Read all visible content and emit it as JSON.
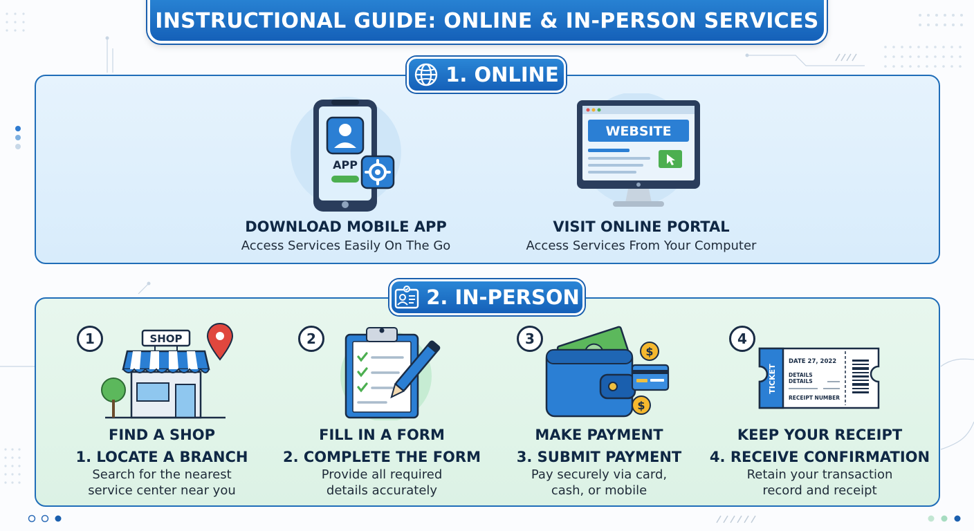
{
  "header": {
    "title": "INSTRUCTIONAL GUIDE: ONLINE & IN-PERSON SERVICES"
  },
  "online": {
    "label": "1. ONLINE",
    "icon": "globe-icon",
    "cards": [
      {
        "icon": "mobile-app-icon",
        "screen_label": "APP",
        "title": "DOWNLOAD MOBILE APP",
        "subtitle": "Access Services Easily On The Go"
      },
      {
        "icon": "monitor-website-icon",
        "screen_label": "WEBSITE",
        "title": "VISIT ONLINE PORTAL",
        "subtitle": "Access Services From Your Computer"
      }
    ]
  },
  "inperson": {
    "label": "2. IN-PERSON",
    "icon": "id-card-icon",
    "steps": [
      {
        "number": "1",
        "icon": "shop-icon",
        "sign": "SHOP",
        "title": "FIND A SHOP",
        "subtitle": "1. LOCATE A BRANCH",
        "desc1": "Search for the nearest",
        "desc2": "service center near you"
      },
      {
        "number": "2",
        "icon": "clipboard-form-icon",
        "title": "FILL IN A FORM",
        "subtitle": "2. COMPLETE THE FORM",
        "desc1": "Provide all required",
        "desc2": "details accurately"
      },
      {
        "number": "3",
        "icon": "wallet-payment-icon",
        "title": "MAKE PAYMENT",
        "subtitle": "3. SUBMIT PAYMENT",
        "desc1": "Pay securely via card,",
        "desc2": "cash, or mobile"
      },
      {
        "number": "4",
        "icon": "ticket-receipt-icon",
        "ticket_side": "TICKET",
        "ticket_date": "DATE 27, 2022",
        "ticket_details1": "DETAILS",
        "ticket_details2": "DETAILS",
        "ticket_receipt": "RECEIPT NUMBER",
        "title": "KEEP YOUR RECEIPT",
        "subtitle": "4. RECEIVE CONFIRMATION",
        "desc1": "Retain your transaction",
        "desc2": "record and receipt"
      }
    ]
  },
  "colors": {
    "primary": "#1a6fc4",
    "online_bg": "#e2f1fc",
    "inperson_bg": "#e2f4ea",
    "accent_green": "#4caf50"
  }
}
